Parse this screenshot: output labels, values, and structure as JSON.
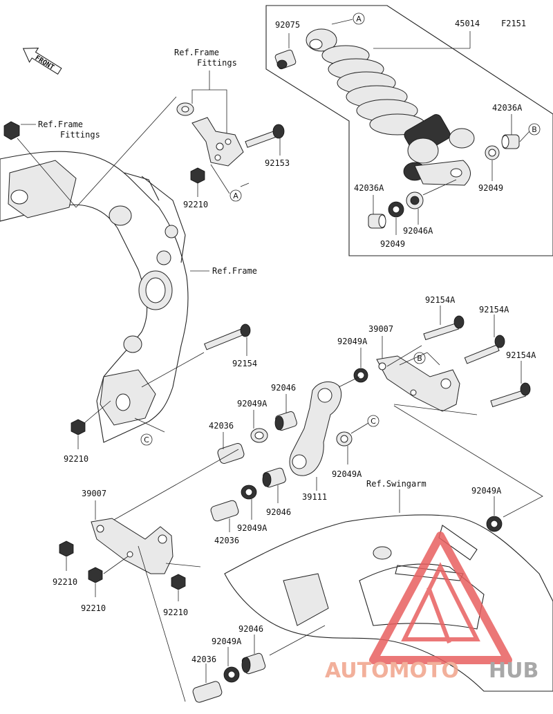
{
  "figure_code": "F2151",
  "front_marker": "FRONT",
  "ref_labels": {
    "frame_fittings_top": [
      "Ref.Frame",
      "Fittings"
    ],
    "frame_fittings_left": [
      "Ref.Frame",
      "Fittings"
    ],
    "frame": "Ref.Frame",
    "swingarm": "Ref.Swingarm"
  },
  "callouts": [
    "A",
    "B",
    "C"
  ],
  "parts": {
    "p92075": "92075",
    "p45014": "45014",
    "p42036A_top": "42036A",
    "p92049_right": "92049",
    "p42036A_left": "42036A",
    "p92049_bottom": "92049",
    "p92046A": "92046A",
    "p92153": "92153",
    "p92210_top": "92210",
    "p92154": "92154",
    "p92210_mid": "92210",
    "p39007_right": "39007",
    "p92154A_1": "92154A",
    "p92154A_2": "92154A",
    "p92154A_3": "92154A",
    "p92049A_1": "92049A",
    "p92046_1": "92046",
    "p92049A_2": "92049A",
    "p42036_1": "42036",
    "p92049A_3": "92049A",
    "p39111": "39111",
    "p92046_2": "92046",
    "p92049A_4": "92049A",
    "p42036_2": "42036",
    "p39007_left": "39007",
    "p92210_a": "92210",
    "p92210_b": "92210",
    "p92210_c": "92210",
    "p92049A_5": "92049A",
    "p92046_3": "92046",
    "p92049A_6": "92049A",
    "p42036_3": "42036"
  },
  "watermark": {
    "part1": "AUTOMOTO",
    "part2": "HUB"
  },
  "colors": {
    "watermark_orange": "#f0a38a",
    "watermark_red": "#e86060",
    "watermark_gray": "#9a9a9a"
  }
}
